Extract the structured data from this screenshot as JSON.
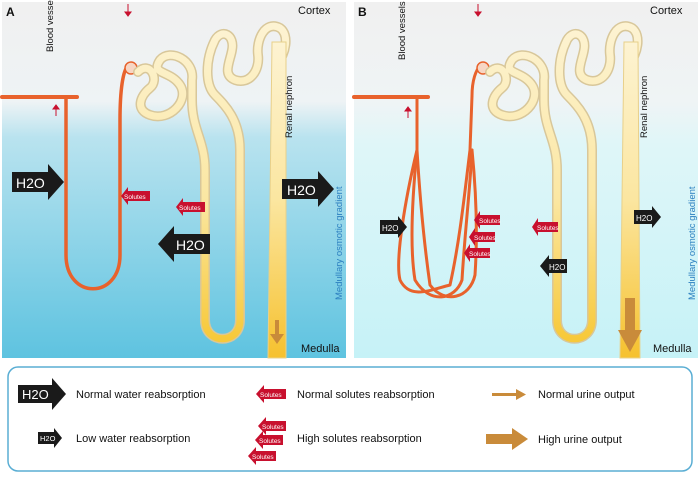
{
  "panels": {
    "a": {
      "letter": "A",
      "cortex": "Cortex",
      "medulla": "Medulla",
      "blood_vessel": "Blood vessel",
      "renal_nephron": "Renal nephron",
      "gradient": "Medullary osmotic gradient"
    },
    "b": {
      "letter": "B",
      "cortex": "Cortex",
      "medulla": "Medulla",
      "blood_vessel": "Blood vessels",
      "renal_nephron": "Renal nephron",
      "gradient": "Medullary osmotic gradient"
    }
  },
  "arrows": {
    "h2o": "H2O",
    "solutes": "Solutes"
  },
  "legend": {
    "normal_water": "Normal water reabsorption",
    "low_water": "Low water reabsorption",
    "normal_solutes": "Normal solutes reabsorption",
    "high_solutes": "High solutes reabsorption",
    "normal_urine": "Normal urine output",
    "high_urine": "High urine output"
  },
  "colors": {
    "vessel": "#e8622c",
    "nephron": "#fbeec0",
    "gradient_a": "#5ec3e0",
    "gradient_b": "#c8f3f8",
    "solutes_arrow": "#c8102e",
    "urine_arrow": "#c98b3a",
    "legend_border": "#5aaed4"
  }
}
